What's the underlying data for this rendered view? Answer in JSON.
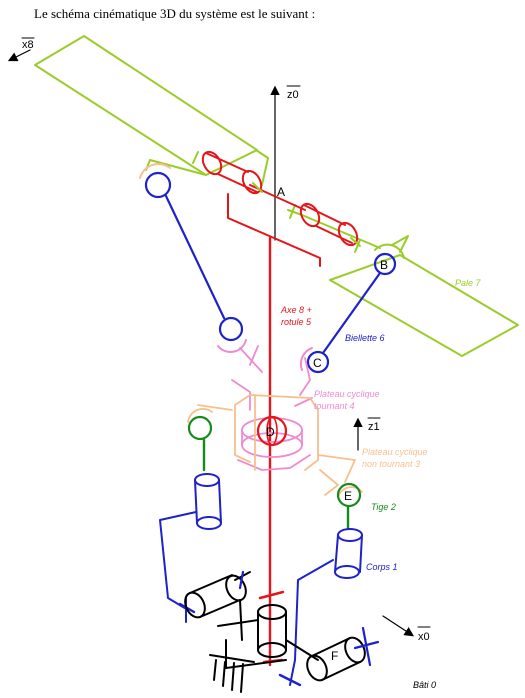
{
  "caption": "Le schéma cinématique 3D du système est le suivant :",
  "labels": {
    "x8": "x8",
    "z0": "z0",
    "z1": "z1",
    "x0": "x0",
    "A": "A",
    "B": "B",
    "C": "C",
    "D": "D",
    "E": "E",
    "F": "F",
    "pale": "Pale 7",
    "axe_line1": "Axe 8 +",
    "axe_line2": "rotule 5",
    "biellette": "Biellette 6",
    "plateau_t_line1": "Plateau    cyclique",
    "plateau_t_line2": "tournant 4",
    "plateau_nt_line1": "Plateau    cyclique",
    "plateau_nt_line2": "non tournant 3",
    "tige": "Tige 2",
    "corps": "Corps 1",
    "bati": "Bâti 0"
  },
  "colors": {
    "red": "#e4161b",
    "blue": "#1e22c8",
    "green": "#9acd2a",
    "dark_green": "#178a1d",
    "pink": "#f08ad0",
    "orange": "#f6c08e",
    "black": "#000000"
  }
}
